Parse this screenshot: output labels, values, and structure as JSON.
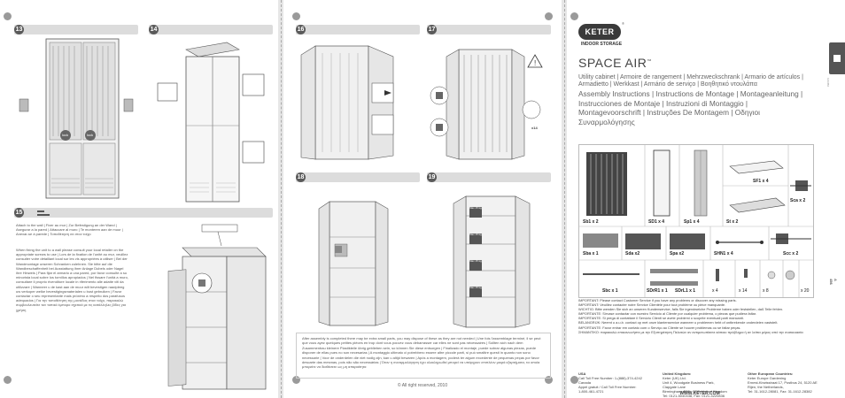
{
  "steps_left": {
    "s13": "13",
    "s14": "14",
    "s15": "15"
  },
  "steps_mid": {
    "s16": "16",
    "s17": "17",
    "s18": "18",
    "s19": "19"
  },
  "tags": {
    "lock": "lock",
    "x14": "x14",
    "max_load": "Max 15 kg"
  },
  "wall_text": "Attach to the wall | Fixer au mur | Zur Befestigung an der Wand | Asegurar a la pared | Attaccare al muro | Te monteren aan de muur | Anexar-se à parede | Τοποθέτηση σε στον τοίχο",
  "wall_paragraph": "When fixing the unit to a wall please consult your local retailer on the appropriate screws to use | Lors de la fixation de l'unité au mur, veuillez consulter votre détaillant local sur les vis appropriées à utiliser | Bei der Wandmontage unseren Schranken zulehnen. Sie bitte auf die Wandbeschaffenheit bei Ausstattung ihrer Anlage Dubels oder Nagel ihre Hinweis | Para fijar el armario a una pared, por favor consulte a su minorista local sobre los tornillos apropiados | Nel fissare l'unità a muro, consultare il proprio rivenditore locale in riferimento alle adatte viti da utilizzare | Wanneer u de kast aan de muur wilt bevestigen raadpleeg uw verkoper welke bevestigingsmaterialen u bust gebruiken | Favor contactar o seu representante mais próximo a respeito dos parafusos adequados | Για την τοποθέτηση της μονάδας στον τοίχο, παρακαλώ συμβουλευτείτε τον τοπικό έμπορο σχετικά με τις κατάλληλες βίδες για χρήση",
  "after_text": "After assembly is completed there may be extra small parts, you may dispose of these as they are not needed | Une fois l'assemblage terminé, il se peut que vous ayez quelques petites pièces en trop dont vous pouvez vous débarrasser car elles ne sont pas nécessaires | Sollten sich nach dem Zusammenbau kleinere Plastikteile übrig geblieben sein, so können Sie diese entsorgen | Finalizado el montaje, puede sobrar algunas piezas, puede disponer de ellas pues no son necesarias | A montaggio ultimato ci potrebbero essere altre piccole parti, si può smaltire questi in quanto non sono necessarie | Voor de onderdelen die niet nodig zijn, kan u altijd bewaren | Após a montagem, poderá ter algum excedente de pequenas peças por favor descarte das mesmas, pois não são necessárias | Όταν η συναρμολόγηση έχει ολοκληρωθεί μπορεί να υπάρχουν επιπλέον μικρά εξαρτήματα, τα οποία μπορείτε να διαθέσετε ως μη απαραίτητα",
  "copyright": "© All right reserved, 2010",
  "brand": "KETER",
  "brand_sub": "INDOOR STORAGE",
  "product": "SPACE AIR",
  "product_tm": "™",
  "subtitle": "Utility cabinet | Armoire de rangement | Mehrzweckschrank | Armario de artículos | Armadietto | Werkkast | Armário de serviço | Βοηθητικό ντουλάπα",
  "instructions": "Assembly Instructions | Instructions de Montage | Montageanleitung | Instrucciones de Montaje | Instruzioni di Montaggio | Montagevoorschrift | Instruções De Montagem | Οδηγιοι Συναρμολόγησης",
  "tab_code": "123456",
  "page_code": "A 456",
  "parts": {
    "sb1": "Sb1 x 2",
    "sd1": "SD1 x 4",
    "sp1": "Sp1 x 4",
    "sf1": "SF1 x 4",
    "sca": "Sca x 2",
    "st": "St x 2",
    "sba": "Sba x 1",
    "sda": "Sda x2",
    "spa": "Spa x2",
    "shn1": "SHN1 x 4",
    "scc": "Scc x 2",
    "sbc": "Sbc x 1",
    "sdr1": "SDrR1 x 1",
    "sdl1": "SDrL1 x 1",
    "x4": "x 4",
    "x14": "x 14",
    "x8": "x 8",
    "x20": "x 20"
  },
  "important": [
    "IMPORTANT: Please contact Customer Service if you have any problems or discover any missing parts.",
    "IMPORTANT: Veuillez contacter notre Service Clientèle pour tout problème ou pièce manquante.",
    "WICHTIG: Bitte wenden Sie sich an unseren Kundenservice, falls Sie irgendwelche Probleme haben oder feststellen, daß Teile fehlen.",
    "IMPORTANTE: Sírvase contactar con nuestro Servicio al Cliente por cualquier problema, o piezas que pudiera faltar.",
    "IMPORTANTE: Si prega di contattare il Servizio Clienti se avete problemi o scoprite eventuali parti mancanti.",
    "BELANGRIJK: Neemt u a.u.b. contact op met onze klantenservice wanneer u problemen hebt of ontbrekende onderdelen vaststelt.",
    "IMPORTANTE: Favor entrar em contato com o Serviço ao Cliente se houver problemas ou se faltar peças.",
    "ΣΗΜΑΝΤΙΚΟ: παρακαλώ επικοινωνήστε με την Εξυπηρέτηση Πελατών αν αντιμετωπίσετε κάποιο πρόβλημα ή αν λείπει μέρος από την συσκευασία"
  ],
  "contact_usa": {
    "title": "USA",
    "l1": "Call Toll Free Number: 1-(888)-374-4242",
    "l2": "Canada",
    "l3": "Appel gratuit / Call Toll Free Number:",
    "l4": "1-800-461-4721"
  },
  "contact_uk": {
    "title": "United Kingdom:",
    "l1": "Keter (UK) Ltd.",
    "l2": "Unit 4, Woodgate Business Park,",
    "l3": "Clapgate Lane",
    "l4": "Birmingham, B32 - 3DB, United Kingdom",
    "l5": "Tel: 0121-5040438, Fax: 0121-4220836"
  },
  "contact_eu": {
    "title": "Other European Countries:",
    "l1": "Keter Europe Gardening",
    "l2": "Ernest-Kirwisstraat 17, Postbus 24, 5120 AE",
    "l3": "Rijen, the Netherlands,",
    "l4": "Tel: 31-1612-28081, Fax: 31-1612-28382"
  },
  "website": "WWW.KETER.COM"
}
